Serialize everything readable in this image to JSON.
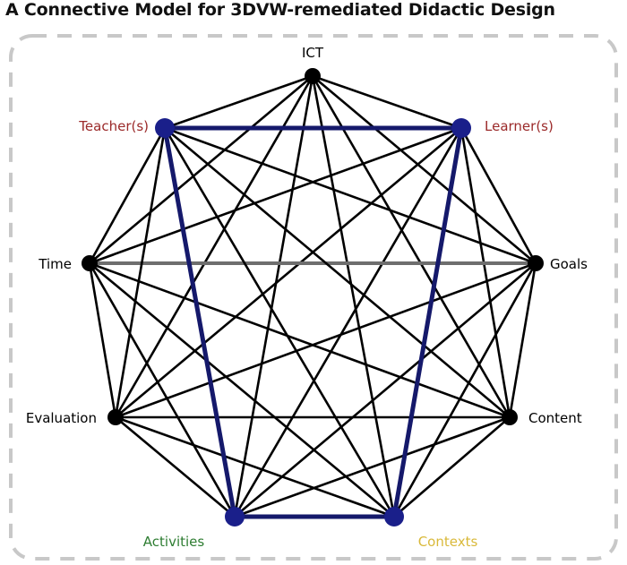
{
  "title": "A Connective Model for 3DVW-remediated Didactic Design",
  "colors": {
    "edge": "#000000",
    "highlight": "#15196b",
    "horizontal": "#6e6e6e",
    "node_default": "#000000",
    "node_highlight": "#1a1f8a",
    "border": "#c8c8c8"
  },
  "nodes": [
    {
      "id": "ict",
      "label": "ICT",
      "label_color": "#000000",
      "highlight": false
    },
    {
      "id": "learners",
      "label": "Learner(s)",
      "label_color": "#9b2a2a",
      "highlight": true
    },
    {
      "id": "goals",
      "label": "Goals",
      "label_color": "#000000",
      "highlight": false
    },
    {
      "id": "content",
      "label": "Content",
      "label_color": "#000000",
      "highlight": false
    },
    {
      "id": "contexts",
      "label": "Contexts",
      "label_color": "#d9b93a",
      "highlight": true
    },
    {
      "id": "activities",
      "label": "Activities",
      "label_color": "#2e7d32",
      "highlight": true
    },
    {
      "id": "evaluation",
      "label": "Evaluation",
      "label_color": "#000000",
      "highlight": false
    },
    {
      "id": "time",
      "label": "Time",
      "label_color": "#000000",
      "highlight": false
    },
    {
      "id": "teachers",
      "label": "Teacher(s)",
      "label_color": "#9b2a2a",
      "highlight": true
    }
  ],
  "highlight_cycle": [
    "teachers",
    "learners",
    "contexts",
    "activities"
  ],
  "gray_edge": [
    "time",
    "goals"
  ]
}
